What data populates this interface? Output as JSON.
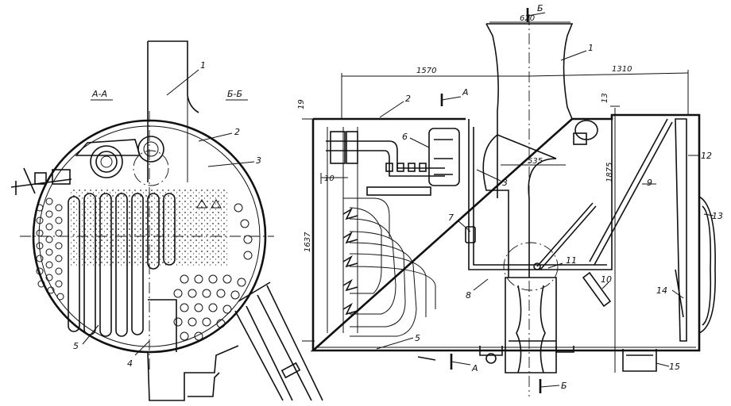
{
  "section_labels": {
    "a_a": "А-А",
    "b_b": "Б-Б",
    "a_mark": "А",
    "b_mark": "Б"
  },
  "dimensions": {
    "d620": "620",
    "d1570": "1570",
    "d1310": "1310",
    "d535": "535",
    "d1875": "1875",
    "d1637": "1637",
    "d19": "19",
    "d10": "10",
    "d13": "13"
  },
  "left_callouts": [
    "1",
    "2",
    "3",
    "4",
    "5"
  ],
  "right_callouts": [
    "1",
    "2",
    "3",
    "5",
    "6",
    "7",
    "8",
    "9",
    "10",
    "11",
    "12",
    "13",
    "14",
    "15"
  ]
}
